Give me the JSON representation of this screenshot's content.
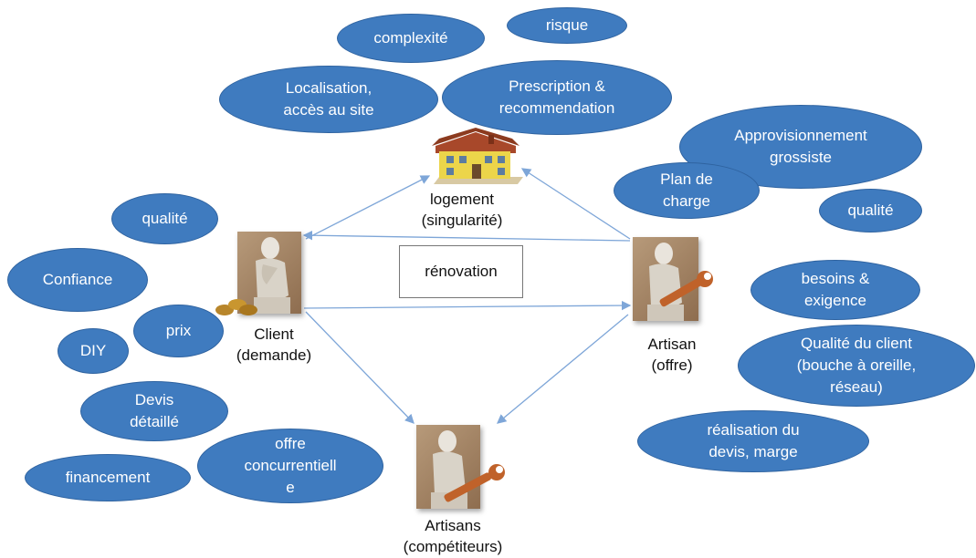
{
  "diagram": {
    "center_label": "rénovation",
    "nodes": {
      "logement": "logement\n(singularité)",
      "client": "Client\n(demande)",
      "artisan": "Artisan\n(offre)",
      "artisans": "Artisans\n(compétiteurs)"
    },
    "bubbles": {
      "complexite": "complexité",
      "risque": "risque",
      "localisation": "Localisation,\naccès au site",
      "prescription": "Prescription &\nrecommendation",
      "approvisionnement": "Approvisionnement\ngrossiste",
      "plan_de_charge": "Plan de\ncharge",
      "qualite_artisan": "qualité",
      "qualite_client": "qualité",
      "confiance": "Confiance",
      "prix": "prix",
      "diy": "DIY",
      "devis_detaille": "Devis\ndétaillé",
      "financement": "financement",
      "offre_concurrentielle": "offre\nconcurrentiell\ne",
      "besoins_exigence": "besoins &\nexigence",
      "qualite_du_client": "Qualité du client\n(bouche à oreille,\nréseau)",
      "realisation_devis": "réalisation du\ndevis, marge"
    },
    "colors": {
      "bubble_fill": "#3f7bbf",
      "bubble_text": "#ffffff",
      "arrow": "#7ea6d8"
    }
  }
}
